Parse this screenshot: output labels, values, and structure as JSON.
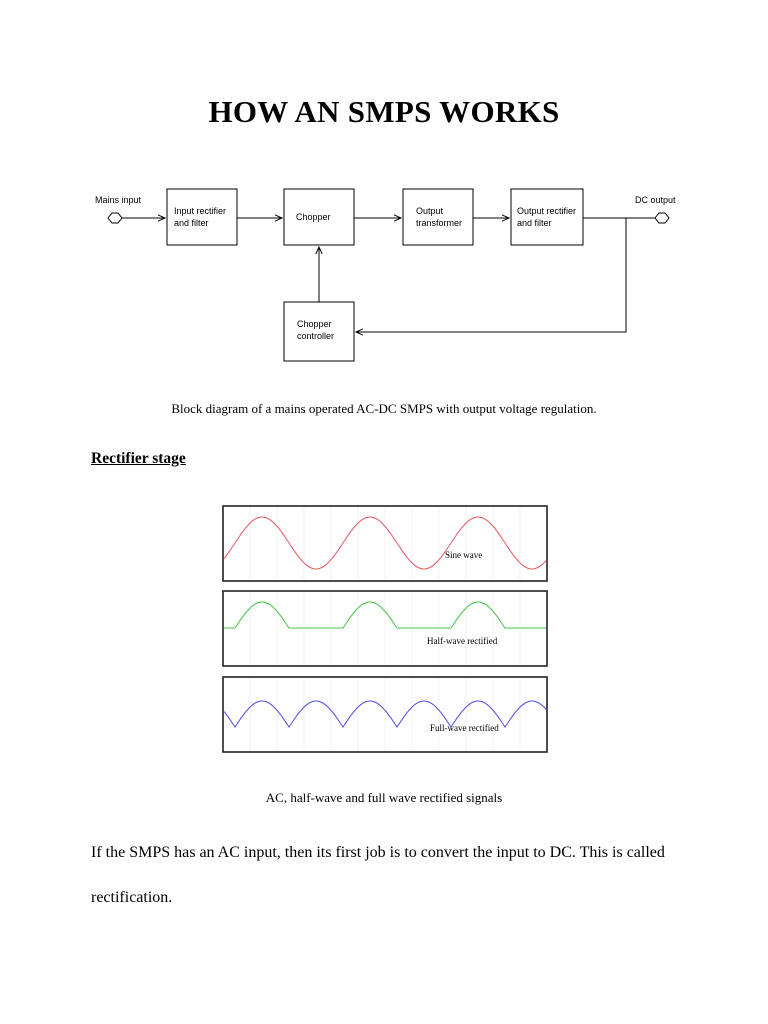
{
  "page": {
    "title": "HOW AN SMPS WORKS"
  },
  "block_diagram": {
    "input_label": "Mains input",
    "output_label": "DC output",
    "blocks": [
      {
        "id": "input-rectifier",
        "lines": [
          "Input rectifier",
          "and filter"
        ]
      },
      {
        "id": "chopper",
        "lines": [
          "Chopper"
        ]
      },
      {
        "id": "output-transformer",
        "lines": [
          "Output",
          "transformer"
        ]
      },
      {
        "id": "output-rectifier",
        "lines": [
          "Output rectifier",
          "and filter"
        ]
      },
      {
        "id": "chopper-controller",
        "lines": [
          "Chopper",
          "controller"
        ]
      }
    ],
    "caption": "Block diagram of a mains operated AC-DC SMPS with output voltage regulation."
  },
  "rectifier_section": {
    "heading": "Rectifier stage",
    "waveforms": [
      {
        "label": "Sine wave",
        "color": "#e8606a",
        "kind": "sine"
      },
      {
        "label": "Half-wave rectified",
        "color": "#4cc64c",
        "kind": "half"
      },
      {
        "label": "Full-wave rectified",
        "color": "#5a55e0",
        "kind": "full"
      }
    ],
    "caption": "AC, half-wave and full wave rectified signals",
    "paragraph": "If the SMPS has an AC input, then its first job is to convert the input to DC. This is called rectification."
  }
}
